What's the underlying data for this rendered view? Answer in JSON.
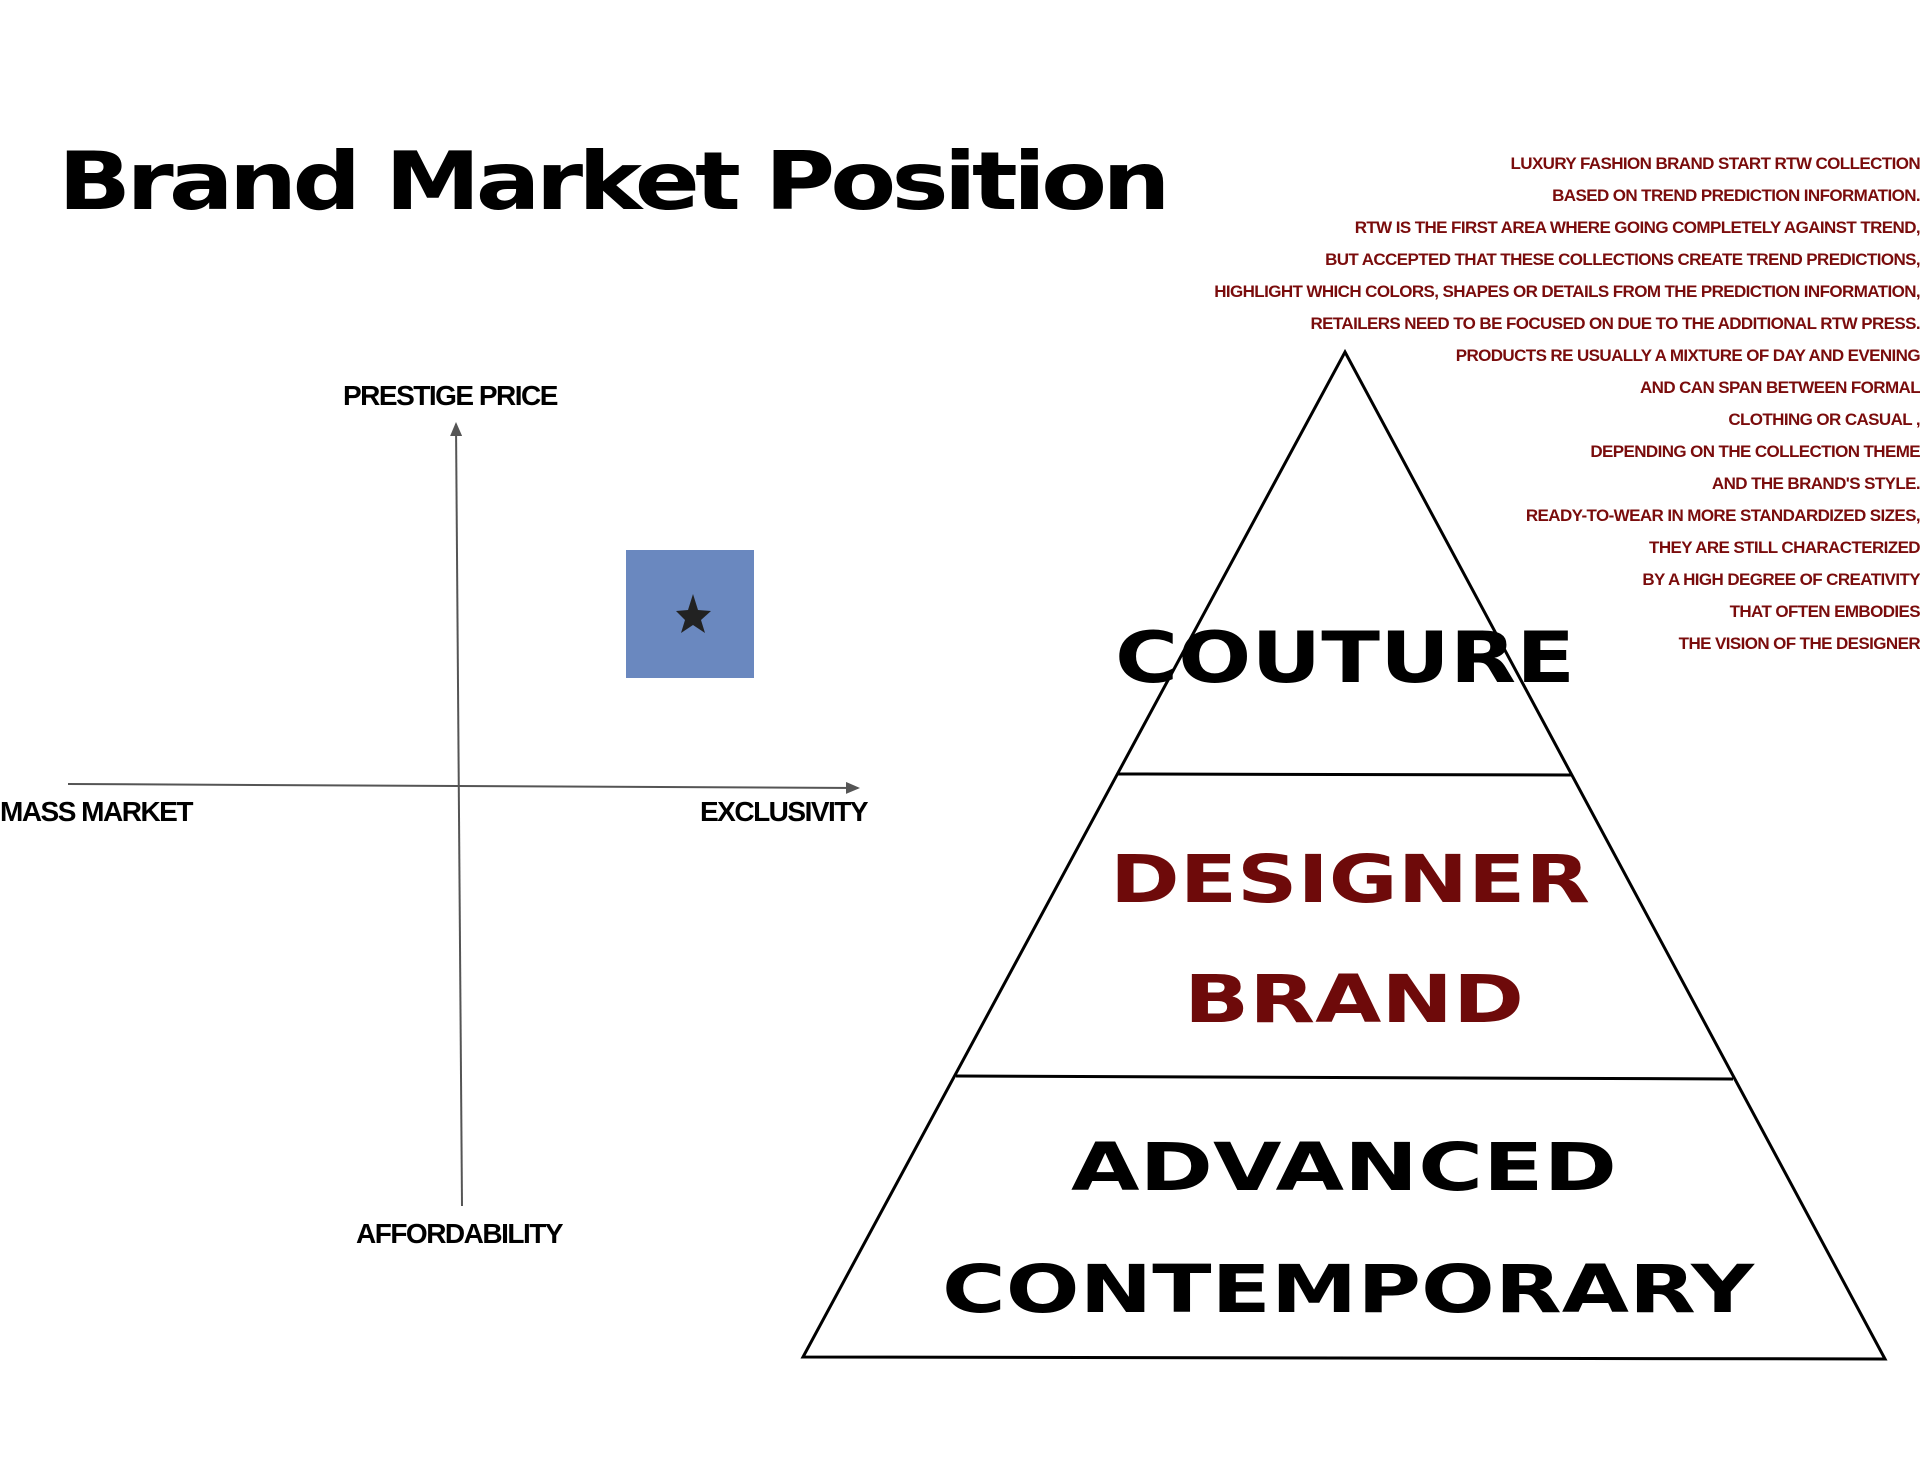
{
  "page": {
    "title": "Brand Market Position"
  },
  "description": {
    "color": "#7a0c0c",
    "lines": [
      "LUXURY FASHION BRAND START RTW COLLECTION",
      "BASED ON TREND PREDICTION INFORMATION.",
      "RTW IS THE FIRST AREA WHERE GOING COMPLETELY AGAINST TREND,",
      "BUT ACCEPTED THAT THESE COLLECTIONS CREATE TREND PREDICTIONS,",
      "HIGHLIGHT WHICH COLORS, SHAPES OR DETAILS FROM THE PREDICTION INFORMATION,",
      "RETAILERS NEED TO BE FOCUSED ON DUE TO THE ADDITIONAL RTW PRESS.",
      "PRODUCTS RE USUALLY A MIXTURE OF DAY AND EVENING",
      "AND CAN SPAN BETWEEN FORMAL",
      "CLOTHING OR CASUAL ,",
      "DEPENDING ON THE COLLECTION THEME",
      "AND THE BRAND'S STYLE.",
      "READY-TO-WEAR  IN MORE STANDARDIZED SIZES,",
      "THEY ARE STILL CHARACTERIZED",
      "BY A HIGH DEGREE OF CREATIVITY",
      "THAT OFTEN EMBODIES",
      "THE VISION OF THE DESIGNER"
    ]
  },
  "position_map": {
    "axis_top": "PRESTIGE PRICE",
    "axis_bottom": "AFFORDABILITY",
    "axis_left": "MASS MARKET",
    "axis_right": "EXCLUSIVITY",
    "marker_color": "#6a88bf",
    "marker_icon": "star-icon"
  },
  "pyramid": {
    "tiers": [
      {
        "lines": [
          "COUTURE"
        ],
        "color": "#000000"
      },
      {
        "lines": [
          "DESIGNER",
          "BRAND"
        ],
        "color": "#6e0a0a"
      },
      {
        "lines": [
          "ADVANCED",
          "CONTEMPORARY"
        ],
        "color": "#000000"
      }
    ]
  }
}
